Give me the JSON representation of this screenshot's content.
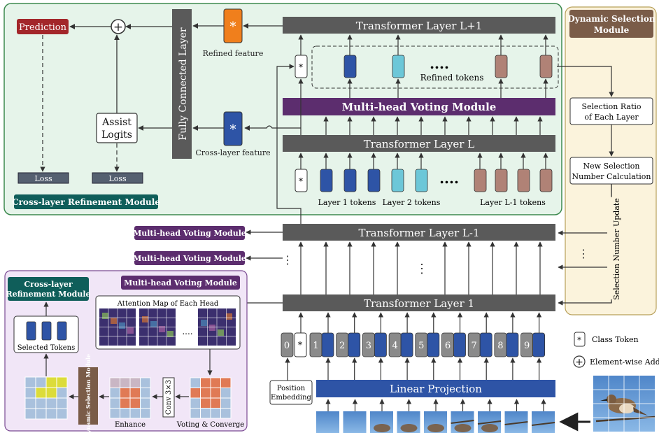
{
  "crm": {
    "prediction": "Prediction",
    "loss": "Loss",
    "assist_logits_1": "Assist",
    "assist_logits_2": "Logits",
    "fc_layer": "Fully Connected Layer",
    "refined_feature": "Refined feature",
    "cross_layer_feature": "Cross-layer feature",
    "title": "Cross-layer Refinement Module"
  },
  "transformer": {
    "layer_l1p": "Transformer Layer L+1",
    "layer_l": "Transformer Layer L",
    "layer_lm1": "Transformer Layer L-1",
    "layer_1": "Transformer Layer 1",
    "refined_tokens": "Refined tokens",
    "mhvm_bar": "Multi-head Voting Module",
    "tok_layer1": "Layer 1 tokens",
    "tok_layer2": "Layer 2 tokens",
    "tok_layerlm1": "Layer L-1 tokens",
    "ellipsis": "....",
    "mhvm_small_1": "Multi-head Voting Module",
    "mhvm_small_2": "Multi-head Voting Module",
    "star": "*"
  },
  "dsm": {
    "title_1": "Dynamic Selection",
    "title_2": "Module",
    "ratio_1": "Selection Ratio",
    "ratio_2": "of Each Layer",
    "calc_1": "New Selection",
    "calc_2": "Number Calculation",
    "update": "Selection Number Update"
  },
  "detail": {
    "crm_1": "Cross-layer",
    "crm_2": "Refinement Module",
    "mhvm": "Multi-head Voting Module",
    "attention": "Attention Map of Each Head",
    "selected": "Selected Tokens",
    "dsm_label": "Dynamic Selection Module",
    "conv": "Conv 3×3",
    "enhance": "Enhance",
    "voting": "Voting & Converge",
    "dots": "...."
  },
  "embed": {
    "linear": "Linear Projection",
    "pos_1": "Position",
    "pos_2": "Embedding",
    "positions": [
      "0",
      "1",
      "2",
      "3",
      "4",
      "5",
      "6",
      "7",
      "8",
      "9"
    ]
  },
  "legend": {
    "class_token": "Class Token",
    "add": "Element-wise Add",
    "plus": "+"
  },
  "colors": {
    "crm_bg": "#e6f4ea",
    "dsm_bg": "#fbf3dc",
    "detail_bg": "#f1e6f7",
    "dark_bar": "#555555",
    "purple": "#5c2d6e",
    "teal": "#0f5e5a",
    "red": "#a3262a",
    "orange": "#f07f1c",
    "blue": "#2e54a6",
    "cyan": "#6cc7d8",
    "brown": "#b08276",
    "olive": "#7a5c48"
  }
}
